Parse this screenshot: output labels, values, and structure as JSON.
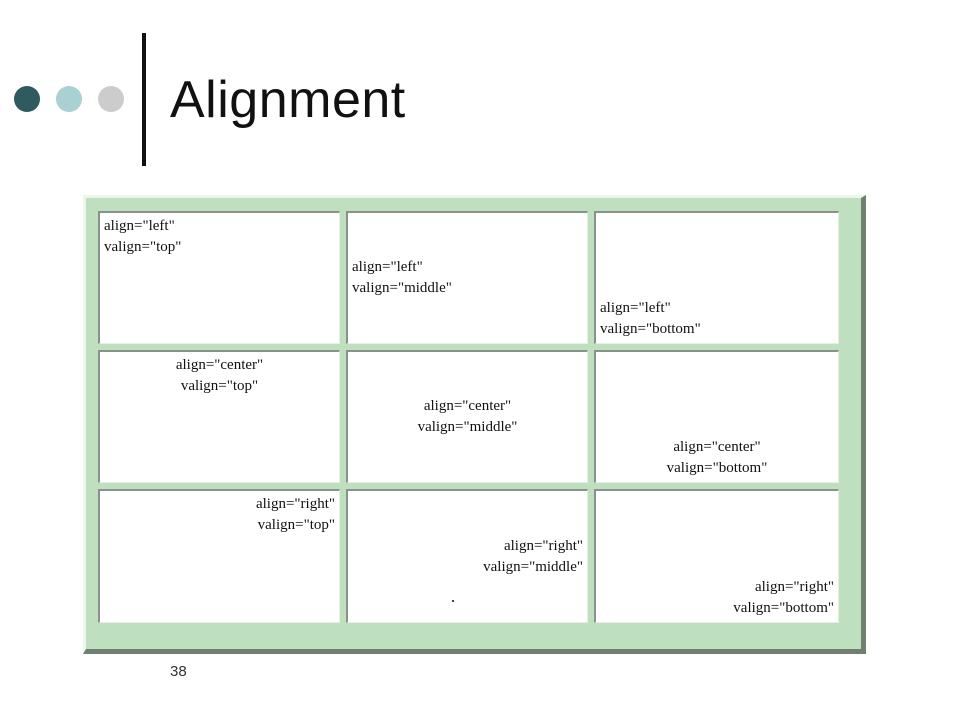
{
  "slide": {
    "title": "Alignment",
    "page_number": "38",
    "accent_colors": {
      "dot1": "#2e5a60",
      "dot2": "#a9d0d2",
      "dot3": "#cccccc",
      "frame_green": "#bfe0bf"
    }
  },
  "table": {
    "cells": [
      {
        "line1": "align=\"left\"",
        "line2": "valign=\"top\""
      },
      {
        "line1": "align=\"left\"",
        "line2": "valign=\"middle\""
      },
      {
        "line1": "align=\"left\"",
        "line2": "valign=\"bottom\""
      },
      {
        "line1": "align=\"center\"",
        "line2": "valign=\"top\""
      },
      {
        "line1": "align=\"center\"",
        "line2": "valign=\"middle\""
      },
      {
        "line1": "align=\"center\"",
        "line2": "valign=\"bottom\""
      },
      {
        "line1": "align=\"right\"",
        "line2": "valign=\"top\""
      },
      {
        "line1": "align=\"right\"",
        "line2": "valign=\"middle\""
      },
      {
        "line1": "align=\"right\"",
        "line2": "valign=\"bottom\""
      }
    ]
  }
}
